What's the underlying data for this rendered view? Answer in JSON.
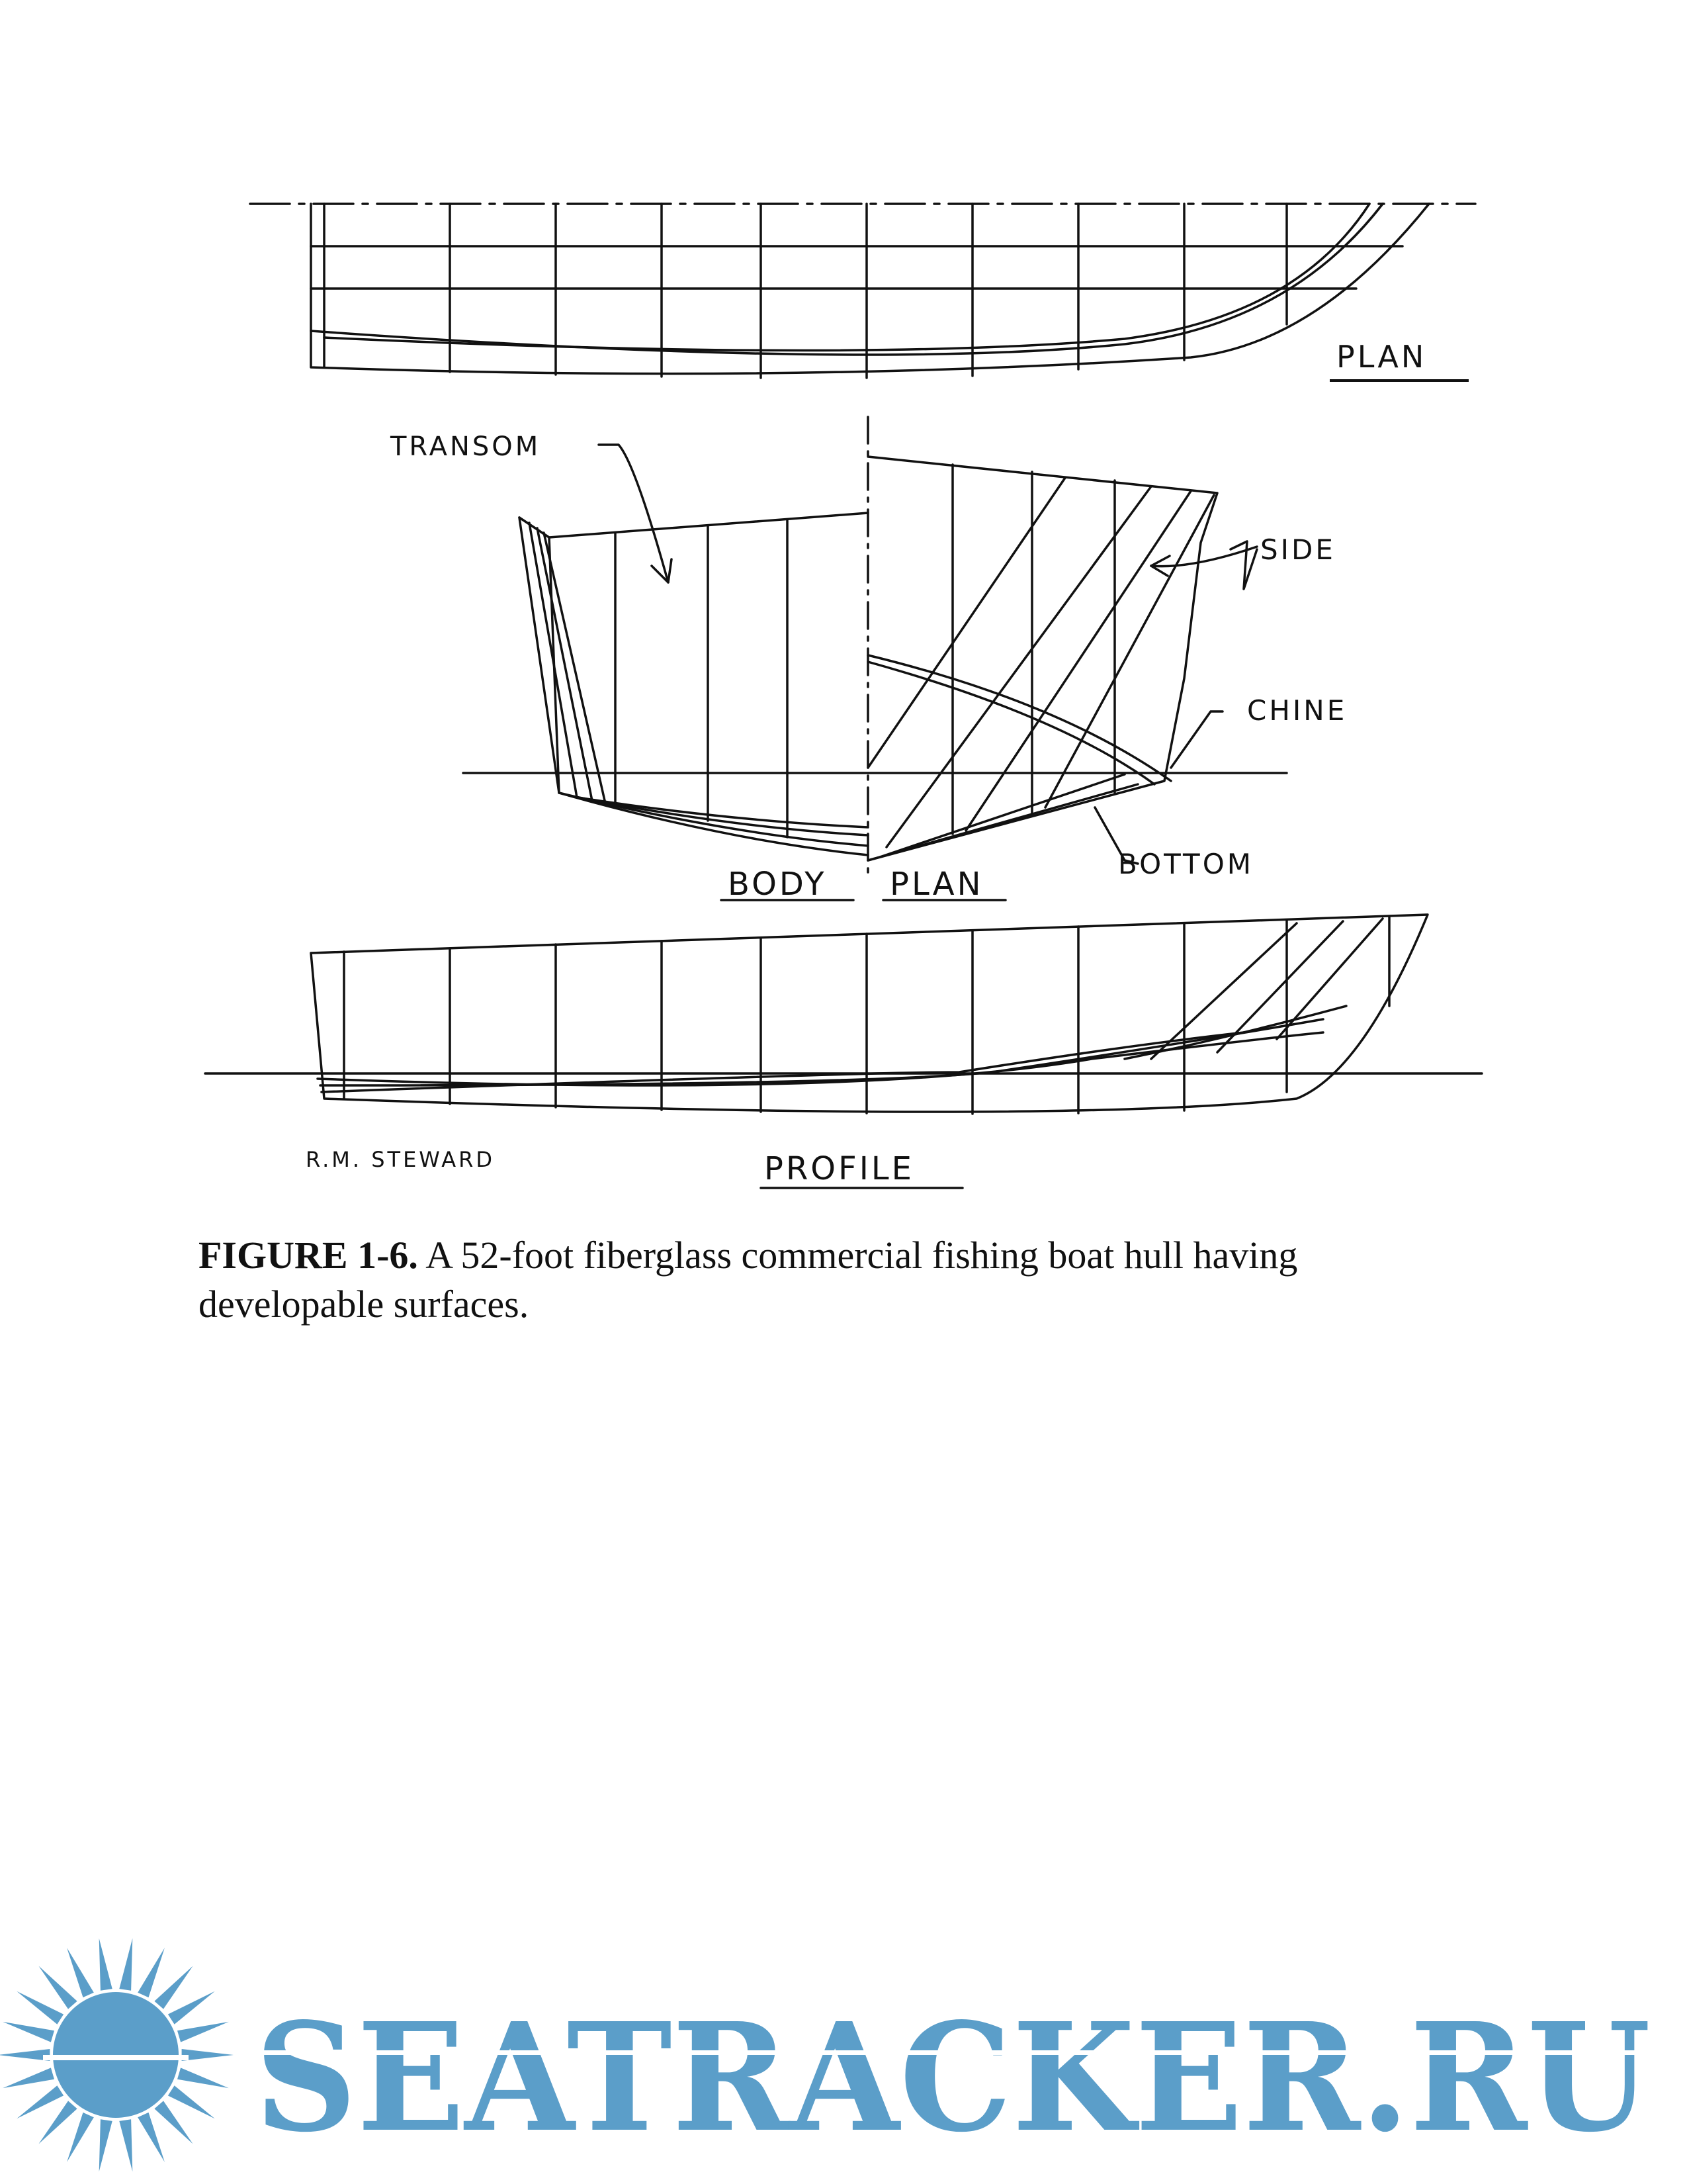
{
  "drawing": {
    "labels": {
      "plan": "PLAN",
      "transom": "TRANSOM",
      "side": "SIDE",
      "chine": "CHINE",
      "bottom": "BOTTOM",
      "body": "BODY",
      "body_plan": "PLAN",
      "profile": "PROFILE",
      "author": "R.M. STEWARD"
    }
  },
  "caption": {
    "label": "FIGURE 1-6.",
    "text": " A 52-foot fiberglass commercial fishing boat hull having developable surfaces."
  },
  "watermark": {
    "text": "SEATRACKER.RU",
    "color": "#5b9ec9",
    "icon": "sun-icon"
  }
}
